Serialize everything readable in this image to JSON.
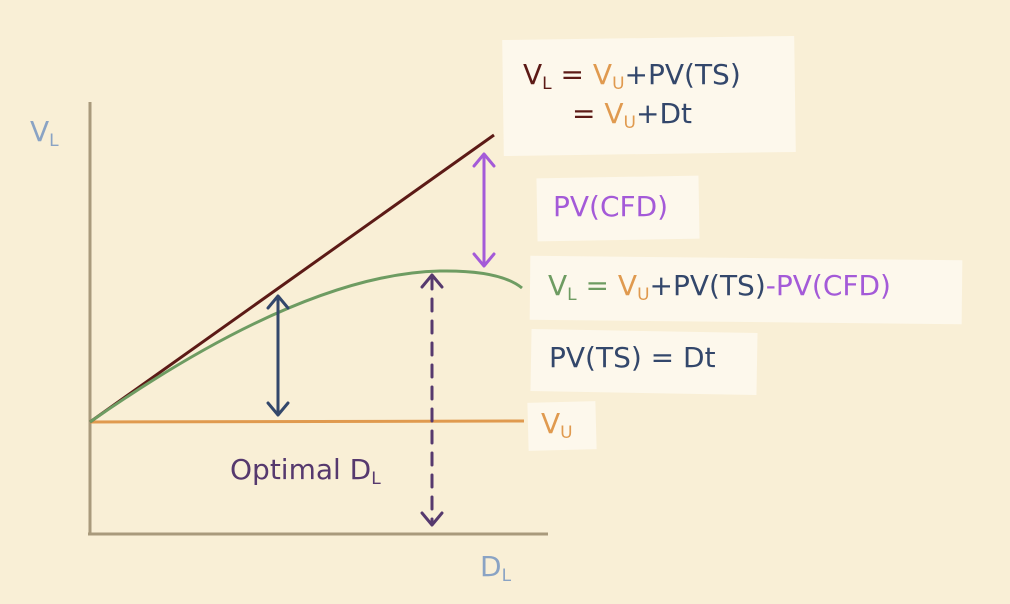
{
  "colors": {
    "background": "#f9efd6",
    "card": "#fdf8ec",
    "axis": "#a99a7c",
    "axis_label": "#8aa3c4",
    "levered_line": "#5c1a16",
    "unlevered": "#e09a4f",
    "curve": "#6e9c62",
    "navy": "#33476b",
    "purple": "#a45ad8",
    "optimal": "#56396e"
  },
  "axes": {
    "y_label_main": "V",
    "y_label_sub": "L",
    "x_label_main": "D",
    "x_label_sub": "L"
  },
  "equation1": {
    "lhs_main": "V",
    "lhs_sub": "L",
    "eq": " = ",
    "vu_main": "V",
    "vu_sub": "U",
    "plus_pvts": "+PV(TS)",
    "eq2": "= ",
    "vu2_main": "V",
    "vu2_sub": "U",
    "plus_dt": "+Dt"
  },
  "pvcfd_label": "PV(CFD)",
  "equation2": {
    "lhs_main": "V",
    "lhs_sub": "L",
    "eq": " = ",
    "vu_main": "V",
    "vu_sub": "U",
    "plus_pvts": "+PV(TS)",
    "minus_pvcfd": "-PV(CFD)"
  },
  "pvts_label": "PV(TS) = Dt",
  "vu_label": {
    "main": "V",
    "sub": "U"
  },
  "optimal_label": {
    "main": "Optimal D",
    "sub": "L"
  }
}
